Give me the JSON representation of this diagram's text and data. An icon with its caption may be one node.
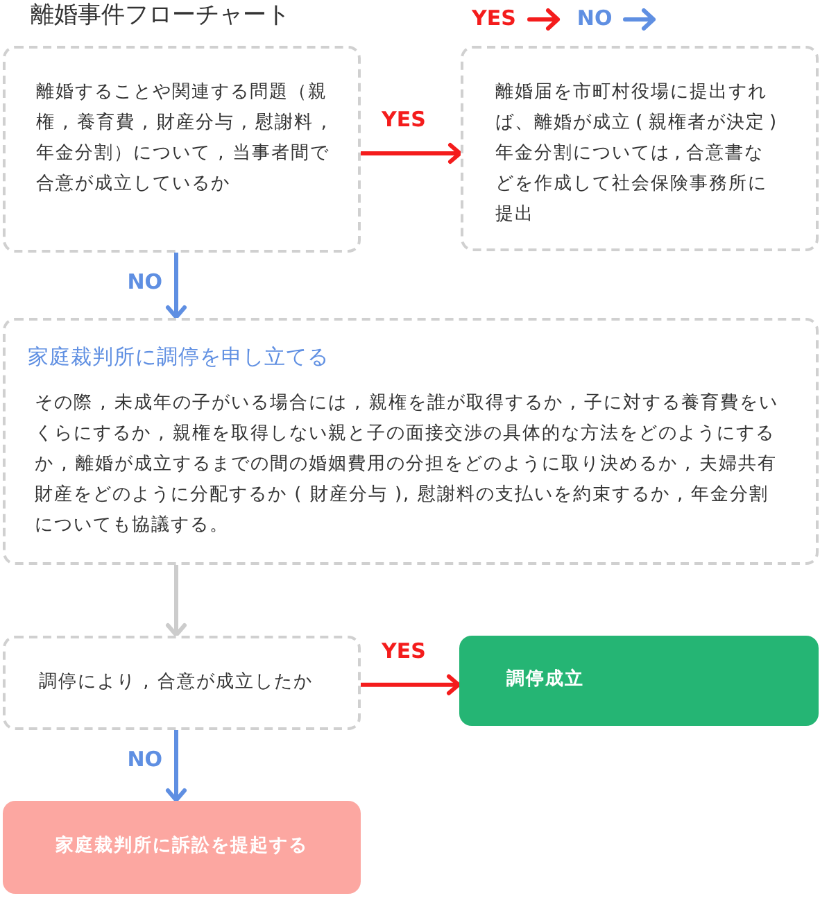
{
  "diagram": {
    "title": "離婚事件フローチャート",
    "nodes": [
      {
        "text": [
          "離婚することや関連する問題（親権 , 養育費 , 財産分与 , 慰謝料 , 年金分割）について , 当事者間で合意が成立しているか"
        ]
      },
      {
        "text": [
          "離婚届を市町村役場に提出すれば、離婚が成立 ( 親権者が決定 ) 年金分割については , 合意書などを作成して社会保険事務所に提出"
        ]
      },
      {
        "text": [
          "家庭裁判所に調停を申し立てる",
          "その際 , 未成年の子がいる場合には , 親権を誰が取得するか , 子に対する養育費をいくらにするか , 親権を取得しない親と子の面接交渉の具体的な方法をどのようにするか , 離婚が成立するまでの間の婚姻費用の分担をどのように取り決めるか , 夫婦共有財産をどのように分配するか ( 財産分与 ), 慰謝料の支払いを約束するか , 年金分割についても協議する。"
        ]
      },
      {
        "text": [
          "調停により , 合意が成立したか"
        ]
      },
      {
        "text": [
          "調停成立"
        ]
      },
      {
        "text": [
          "家庭裁判所に訴訟を提起する"
        ]
      }
    ],
    "edges": [
      {
        "from": 0,
        "to": 1,
        "arrow": "to",
        "label": "YES",
        "color": "#f41c1c"
      },
      {
        "from": 0,
        "to": 2,
        "arrow": "to",
        "label": "NO",
        "color": "#5f8fe2"
      },
      {
        "from": 2,
        "to": 3,
        "arrow": "to",
        "color": "#cccccc"
      },
      {
        "from": 3,
        "to": 4,
        "arrow": "to",
        "label": "YES",
        "color": "#f41c1c"
      },
      {
        "from": 3,
        "to": 5,
        "arrow": "to",
        "label": "NO",
        "color": "#5f8fe2"
      }
    ],
    "legend": [
      {
        "text": "YES"
      },
      {
        "text": "NO"
      }
    ]
  }
}
